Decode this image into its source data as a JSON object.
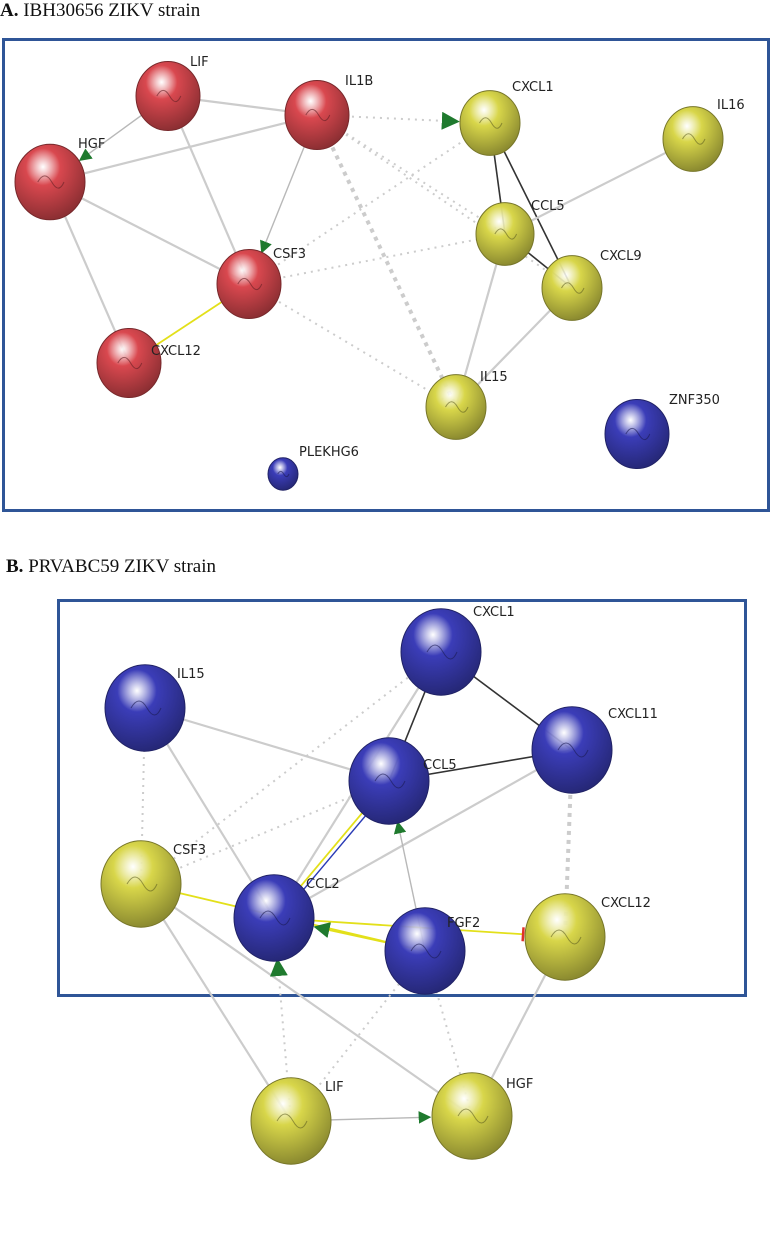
{
  "panels": [
    {
      "id": "A",
      "title_letter": "A.",
      "title_text": " IBH30656 ZIKV strain",
      "nodes": [
        {
          "id": "LIF",
          "label": "LIF",
          "color": "red"
        },
        {
          "id": "HGF",
          "label": "HGF",
          "color": "red"
        },
        {
          "id": "IL1B",
          "label": "IL1B",
          "color": "red"
        },
        {
          "id": "CSF3",
          "label": "CSF3",
          "color": "red"
        },
        {
          "id": "CXCL12",
          "label": "CXCL12",
          "color": "red"
        },
        {
          "id": "CXCL1",
          "label": "CXCL1",
          "color": "yellow"
        },
        {
          "id": "IL16",
          "label": "IL16",
          "color": "yellow"
        },
        {
          "id": "CCL5",
          "label": "CCL5",
          "color": "yellow"
        },
        {
          "id": "CXCL9",
          "label": "CXCL9",
          "color": "yellow"
        },
        {
          "id": "IL15",
          "label": "IL15",
          "color": "yellow"
        },
        {
          "id": "ZNF350",
          "label": "ZNF350",
          "color": "blue"
        },
        {
          "id": "PLEKHG6",
          "label": "PLEKHG6",
          "color": "blue"
        }
      ],
      "edges": [
        {
          "from": "LIF",
          "to": "HGF",
          "kind": "arrow"
        },
        {
          "from": "LIF",
          "to": "IL1B",
          "kind": "solid"
        },
        {
          "from": "LIF",
          "to": "CSF3",
          "kind": "solid"
        },
        {
          "from": "HGF",
          "to": "IL1B",
          "kind": "solid"
        },
        {
          "from": "HGF",
          "to": "CSF3",
          "kind": "solid"
        },
        {
          "from": "HGF",
          "to": "CXCL12",
          "kind": "solid"
        },
        {
          "from": "IL1B",
          "to": "CSF3",
          "kind": "arrow"
        },
        {
          "from": "IL1B",
          "to": "CXCL1",
          "kind": "dotted-arrow"
        },
        {
          "from": "IL1B",
          "to": "CCL5",
          "kind": "dotted"
        },
        {
          "from": "IL1B",
          "to": "CXCL9",
          "kind": "dotted"
        },
        {
          "from": "IL1B",
          "to": "IL15",
          "kind": "dotted-heavy"
        },
        {
          "from": "CSF3",
          "to": "CXCL12",
          "kind": "yellow"
        },
        {
          "from": "CSF3",
          "to": "CXCL1",
          "kind": "dotted"
        },
        {
          "from": "CSF3",
          "to": "CCL5",
          "kind": "dotted"
        },
        {
          "from": "CSF3",
          "to": "IL15",
          "kind": "dotted"
        },
        {
          "from": "CXCL1",
          "to": "CCL5",
          "kind": "dark"
        },
        {
          "from": "CXCL1",
          "to": "CXCL9",
          "kind": "dark"
        },
        {
          "from": "CCL5",
          "to": "CXCL9",
          "kind": "dark"
        },
        {
          "from": "CCL5",
          "to": "IL16",
          "kind": "solid"
        },
        {
          "from": "CCL5",
          "to": "IL15",
          "kind": "solid"
        },
        {
          "from": "CXCL9",
          "to": "IL15",
          "kind": "solid"
        }
      ]
    },
    {
      "id": "B",
      "title_letter": "B.",
      "title_text": " PRVABC59 ZIKV strain",
      "nodes": [
        {
          "id": "CXCL1",
          "label": "CXCL1",
          "color": "blue"
        },
        {
          "id": "IL15",
          "label": "IL15",
          "color": "blue"
        },
        {
          "id": "CXCL11",
          "label": "CXCL11",
          "color": "blue"
        },
        {
          "id": "CCL5",
          "label": "CCL5",
          "color": "blue"
        },
        {
          "id": "CSF3",
          "label": "CSF3",
          "color": "yellow"
        },
        {
          "id": "CCL2",
          "label": "CCL2",
          "color": "blue"
        },
        {
          "id": "FGF2",
          "label": "FGF2",
          "color": "blue"
        },
        {
          "id": "CXCL12",
          "label": "CXCL12",
          "color": "yellow"
        },
        {
          "id": "LIF",
          "label": "LIF",
          "color": "yellow"
        },
        {
          "id": "HGF",
          "label": "HGF",
          "color": "yellow"
        }
      ],
      "edges": [
        {
          "from": "CXCL1",
          "to": "CCL5",
          "kind": "dark"
        },
        {
          "from": "CXCL1",
          "to": "CXCL11",
          "kind": "dark"
        },
        {
          "from": "CCL5",
          "to": "CXCL11",
          "kind": "dark"
        },
        {
          "from": "CXCL1",
          "to": "CCL2",
          "kind": "solid"
        },
        {
          "from": "CXCL1",
          "to": "CSF3",
          "kind": "dotted"
        },
        {
          "from": "IL15",
          "to": "CCL5",
          "kind": "solid"
        },
        {
          "from": "IL15",
          "to": "CCL2",
          "kind": "solid"
        },
        {
          "from": "IL15",
          "to": "CSF3",
          "kind": "dotted"
        },
        {
          "from": "CXCL11",
          "to": "CCL2",
          "kind": "solid"
        },
        {
          "from": "CXCL11",
          "to": "CXCL12",
          "kind": "dotted-heavy"
        },
        {
          "from": "CCL5",
          "to": "CSF3",
          "kind": "dotted"
        },
        {
          "from": "CCL5",
          "to": "CCL2",
          "kind": "yellow-blue"
        },
        {
          "from": "FGF2",
          "to": "CCL5",
          "kind": "arrow"
        },
        {
          "from": "CSF3",
          "to": "FGF2",
          "kind": "yellow"
        },
        {
          "from": "CSF3",
          "to": "LIF",
          "kind": "solid"
        },
        {
          "from": "CSF3",
          "to": "HGF",
          "kind": "solid"
        },
        {
          "from": "FGF2",
          "to": "CCL2",
          "kind": "yellow-arrow"
        },
        {
          "from": "CCL2",
          "to": "CXCL12",
          "kind": "inhibit"
        },
        {
          "from": "FGF2",
          "to": "LIF",
          "kind": "dotted"
        },
        {
          "from": "FGF2",
          "to": "HGF",
          "kind": "dotted"
        },
        {
          "from": "LIF",
          "to": "CCL2",
          "kind": "dotted-arrow"
        },
        {
          "from": "LIF",
          "to": "HGF",
          "kind": "arrow"
        },
        {
          "from": "CXCL12",
          "to": "HGF",
          "kind": "solid"
        }
      ]
    }
  ],
  "palette": {
    "red": "#d9484f",
    "yellow": "#d8d64a",
    "blue": "#3b3db8",
    "edge_gray": "#cccccc",
    "edge_dark": "#333333",
    "edge_yellow": "#e3e01a",
    "edge_blue": "#2a3bb5",
    "arrow_green": "#1f7a2e",
    "inhibit_red": "#e0302a",
    "frame": "#2f5597"
  }
}
